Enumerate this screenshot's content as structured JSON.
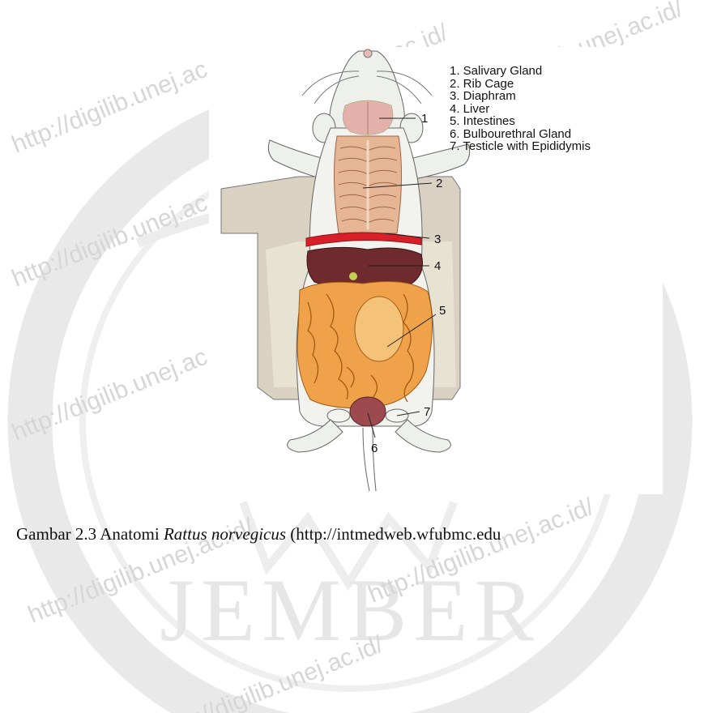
{
  "watermark": {
    "text": "http://digilib.unej.ac.id/",
    "seal_text": "JEMBER"
  },
  "figure": {
    "legend": [
      "1. Salivary Gland",
      "2. Rib Cage",
      "3. Diaphram",
      "4. Liver",
      "5. Intestines",
      "6. Bulbourethral Gland",
      "7. Testicle with Epididymis"
    ],
    "callouts": [
      "1",
      "2",
      "3",
      "4",
      "5",
      "6",
      "7"
    ]
  },
  "caption": {
    "prefix": "Gambar 2.3 Anatomi ",
    "species": "Rattus norvegicus",
    "suffix": " (http://intmedweb.wfubmc.edu"
  }
}
